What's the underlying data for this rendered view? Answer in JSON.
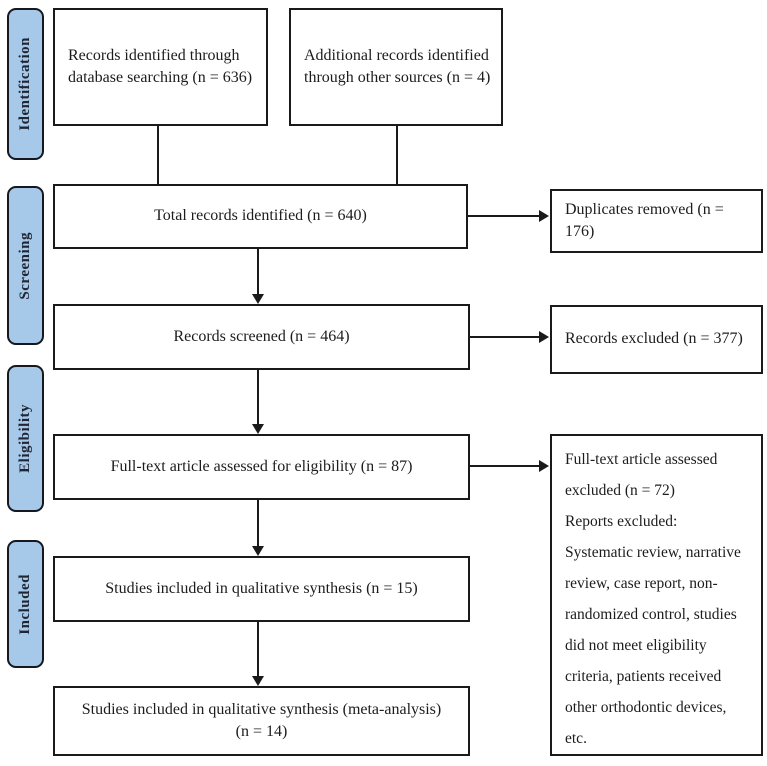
{
  "colors": {
    "stage_fill": "#a7c9e9",
    "stage_border": "#15181e",
    "box_border": "#1a1a1a",
    "text": "#1c1c1c",
    "background": "#ffffff"
  },
  "sidebar": {
    "stages": [
      {
        "label": "Identification"
      },
      {
        "label": "Screening"
      },
      {
        "label": "Eligibility"
      },
      {
        "label": "Included"
      }
    ]
  },
  "flow": {
    "records_identified": "Records identified through database searching (n = 636)",
    "additional_records": "Additional records identified through other sources (n = 4)",
    "total_records": "Total records identified (n = 640)",
    "duplicates_removed": "Duplicates removed (n = 176)",
    "records_screened": "Records screened (n = 464)",
    "records_excluded": "Records excluded (n = 377)",
    "fulltext_assessed": "Full-text article assessed for eligibility (n = 87)",
    "fulltext_excluded": {
      "p1": "Full-text article assessed excluded (n = 72)",
      "p2": "Reports excluded:",
      "p3": "Systematic review, narrative review, case report, non-randomized control, studies did not meet eligibility criteria, patients received other orthodontic devices, etc."
    },
    "qualitative_synthesis": "Studies included in qualitative synthesis (n = 15)",
    "meta_analysis": "Studies included in qualitative synthesis (meta-analysis) (n = 14)"
  }
}
